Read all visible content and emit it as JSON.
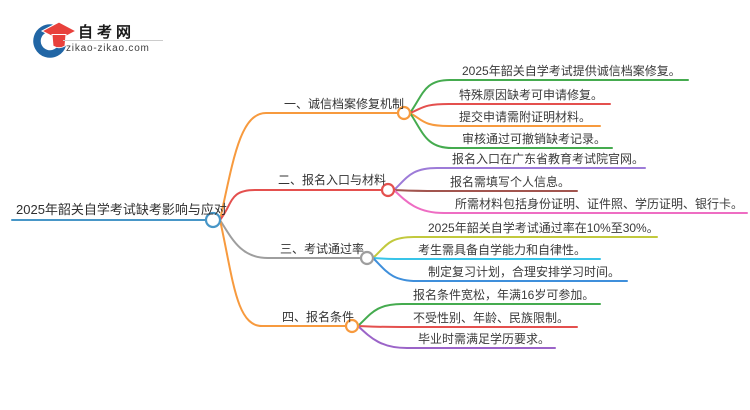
{
  "logo": {
    "title": "自考网",
    "domain": "zikao-zikao.com",
    "icon": "graduation-cap-icon",
    "cap_color": "#e8413c",
    "swoosh_color": "#2166a5"
  },
  "mindmap": {
    "root": {
      "label": "2025年韶关自学考试缺考影响与应对",
      "color": "#4796c7"
    },
    "branches": [
      {
        "label": "一、诚信档案修复机制",
        "color": "#f79a3e",
        "children": [
          {
            "text": "2025年韶关自学考试提供诚信档案修复。",
            "color": "#45ab4f"
          },
          {
            "text": "特殊原因缺考可申请修复。",
            "color": "#e4504e"
          },
          {
            "text": "提交申请需附证明材料。",
            "color": "#f79a3e"
          },
          {
            "text": "审核通过可撤销缺考记录。",
            "color": "#45ab4f"
          }
        ]
      },
      {
        "label": "二、报名入口与材料",
        "color": "#e4504e",
        "children": [
          {
            "text": "报名入口在广东省教育考试院官网。",
            "color": "#9d7bd8"
          },
          {
            "text": "报名需填写个人信息。",
            "color": "#a2554f"
          },
          {
            "text": "所需材料包括身份证明、证件照、学历证明、银行卡。",
            "color": "#ee6dc3"
          }
        ]
      },
      {
        "label": "三、考试通过率",
        "color": "#9e9e9e",
        "children": [
          {
            "text": "2025年韶关自学考试通过率在10%至30%。",
            "color": "#c2c93d"
          },
          {
            "text": "考生需具备自学能力和自律性。",
            "color": "#38c4e8"
          },
          {
            "text": "制定复习计划，合理安排学习时间。",
            "color": "#3f8fdb"
          }
        ]
      },
      {
        "label": "四、报名条件",
        "color": "#f79a3e",
        "children": [
          {
            "text": "报名条件宽松，年满16岁可参加。",
            "color": "#45ab4f"
          },
          {
            "text": "不受性别、年龄、民族限制。",
            "color": "#e4504e"
          },
          {
            "text": "毕业时需满足学历要求。",
            "color": "#9b64c8"
          }
        ]
      }
    ]
  }
}
